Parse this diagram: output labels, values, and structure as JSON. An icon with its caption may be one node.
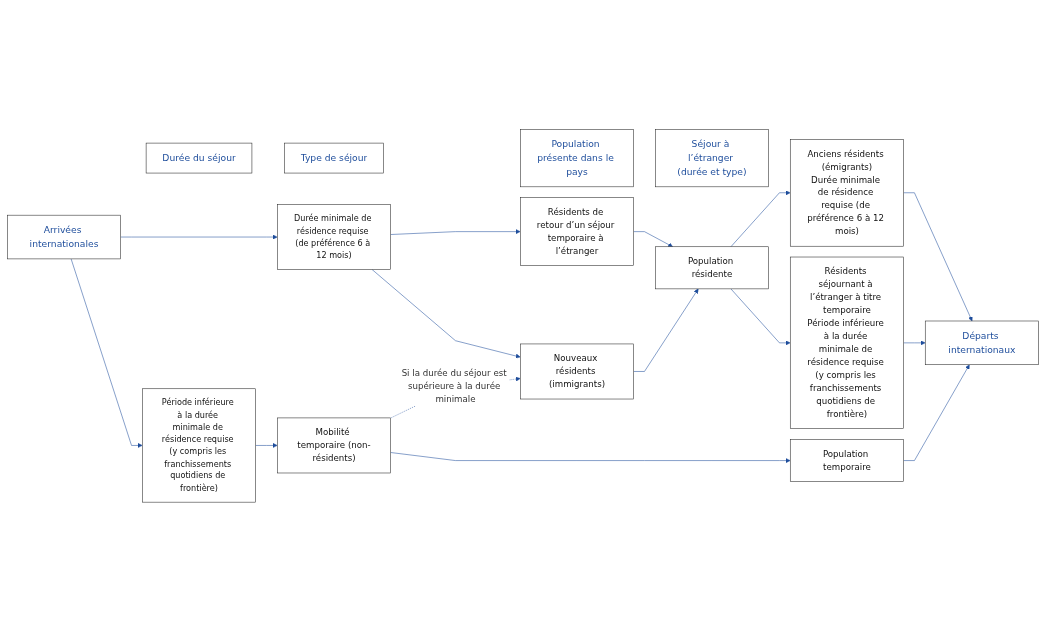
{
  "diagram": {
    "nodes": [
      {
        "text": [
          "Durée du séjour"
        ]
      },
      {
        "text": [
          "Type de séjour"
        ]
      },
      {
        "text": [
          "Population présente dans le pays"
        ]
      },
      {
        "text": [
          "Séjour à l’étranger (durée et type)"
        ]
      },
      {
        "text": [
          "Arrivées internationales"
        ]
      },
      {
        "text": [
          "Durée minimale de résidence requise (de préférence 6 à 12 mois)"
        ]
      },
      {
        "text": [
          "Période inférieure à la durée minimale de résidence requise (y compris les franchissements quotidiens de frontière)"
        ]
      },
      {
        "text": [
          "Résidents de retour d’un séjour temporaire à l’étranger"
        ]
      },
      {
        "text": [
          "Nouveaux résidents (immigrants)"
        ]
      },
      {
        "text": [
          "Mobilité temporaire (non-résidents)"
        ]
      },
      {
        "text": [
          "Population résidente"
        ]
      },
      {
        "text": [
          "Population temporaire"
        ]
      },
      {
        "text": [
          "Anciens résidents (émigrants)",
          "Durée minimale de résidence requise (de préférence 6 à 12 mois)"
        ]
      },
      {
        "text": [
          "Résidents séjournant à l’étranger à titre temporaire",
          "Période inférieure à la durée minimale de résidence requise (y compris les franchissements quotidiens de frontière)"
        ]
      },
      {
        "text": [
          "Départs internationaux"
        ]
      }
    ],
    "edges": [
      {
        "from": 4,
        "to": 5,
        "arrow": "to"
      },
      {
        "from": 4,
        "to": 6,
        "arrow": "to"
      },
      {
        "from": 5,
        "to": 7,
        "arrow": "to"
      },
      {
        "from": 5,
        "to": 8,
        "arrow": "to"
      },
      {
        "from": 6,
        "to": 9,
        "arrow": "to"
      },
      {
        "from": 9,
        "to": 8,
        "arrow": "to",
        "style": "dashed",
        "label": "Si la durée du séjour est supérieure à la durée minimale"
      },
      {
        "from": 7,
        "to": 10,
        "arrow": "to"
      },
      {
        "from": 8,
        "to": 10,
        "arrow": "to"
      },
      {
        "from": 10,
        "to": 12,
        "arrow": "to"
      },
      {
        "from": 10,
        "to": 13,
        "arrow": "to"
      },
      {
        "from": 9,
        "to": 11,
        "arrow": "to"
      },
      {
        "from": 12,
        "to": 14,
        "arrow": "to"
      },
      {
        "from": 13,
        "to": 14,
        "arrow": "to"
      },
      {
        "from": 11,
        "to": 14,
        "arrow": "to"
      }
    ]
  }
}
